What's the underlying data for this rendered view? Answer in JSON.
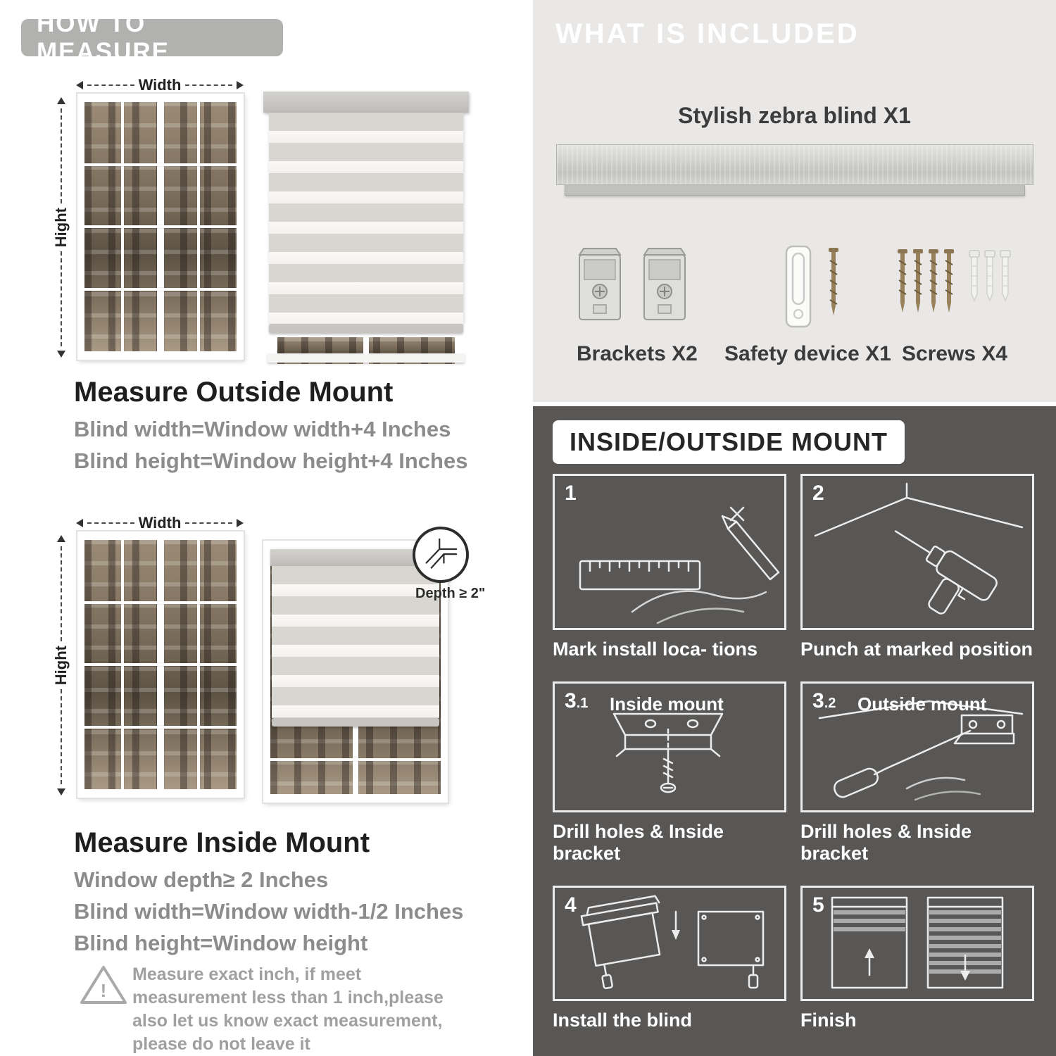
{
  "left": {
    "header": "HOW TO MEASURE",
    "outside_section": {
      "width_label": "Width",
      "height_label": "Hight",
      "heading": "Measure Outside Mount",
      "formula1": "Blind width=Window width+4 Inches",
      "formula2": "Blind height=Window height+4 Inches"
    },
    "inside_section": {
      "width_label": "Width",
      "height_label": "Hight",
      "depth_label": "Depth ≥ 2\"",
      "heading": "Measure Inside Mount",
      "formula1": "Window depth≥ 2 Inches",
      "formula2": "Blind width=Window width-1/2 Inches",
      "formula3": "Blind height=Window height"
    },
    "warning": {
      "mark": "!",
      "text": "Measure exact inch, if meet measurement less than 1 inch,please also let us know exact measurement, please do not leave it"
    }
  },
  "included": {
    "header": "WHAT IS INCLUDED",
    "blind_label": "Stylish zebra blind X1",
    "items": [
      {
        "label": "Brackets X2"
      },
      {
        "label": "Safety device X1"
      },
      {
        "label": "Screws X4"
      }
    ]
  },
  "mount": {
    "header": "INSIDE/OUTSIDE MOUNT",
    "steps": [
      {
        "num": "1",
        "sub": "",
        "title": "",
        "caption": "Mark install loca- tions"
      },
      {
        "num": "2",
        "sub": "",
        "title": "",
        "caption": "Punch at  marked position"
      },
      {
        "num": "3",
        "sub": ".1",
        "title": "Inside mount",
        "caption": "Drill holes &  Inside bracket"
      },
      {
        "num": "3",
        "sub": ".2",
        "title": "Outside mount",
        "caption": "Drill holes &  Inside bracket"
      },
      {
        "num": "4",
        "sub": "",
        "title": "",
        "caption": "Install the blind"
      },
      {
        "num": "5",
        "sub": "",
        "title": "",
        "caption": "Finish"
      }
    ]
  }
}
